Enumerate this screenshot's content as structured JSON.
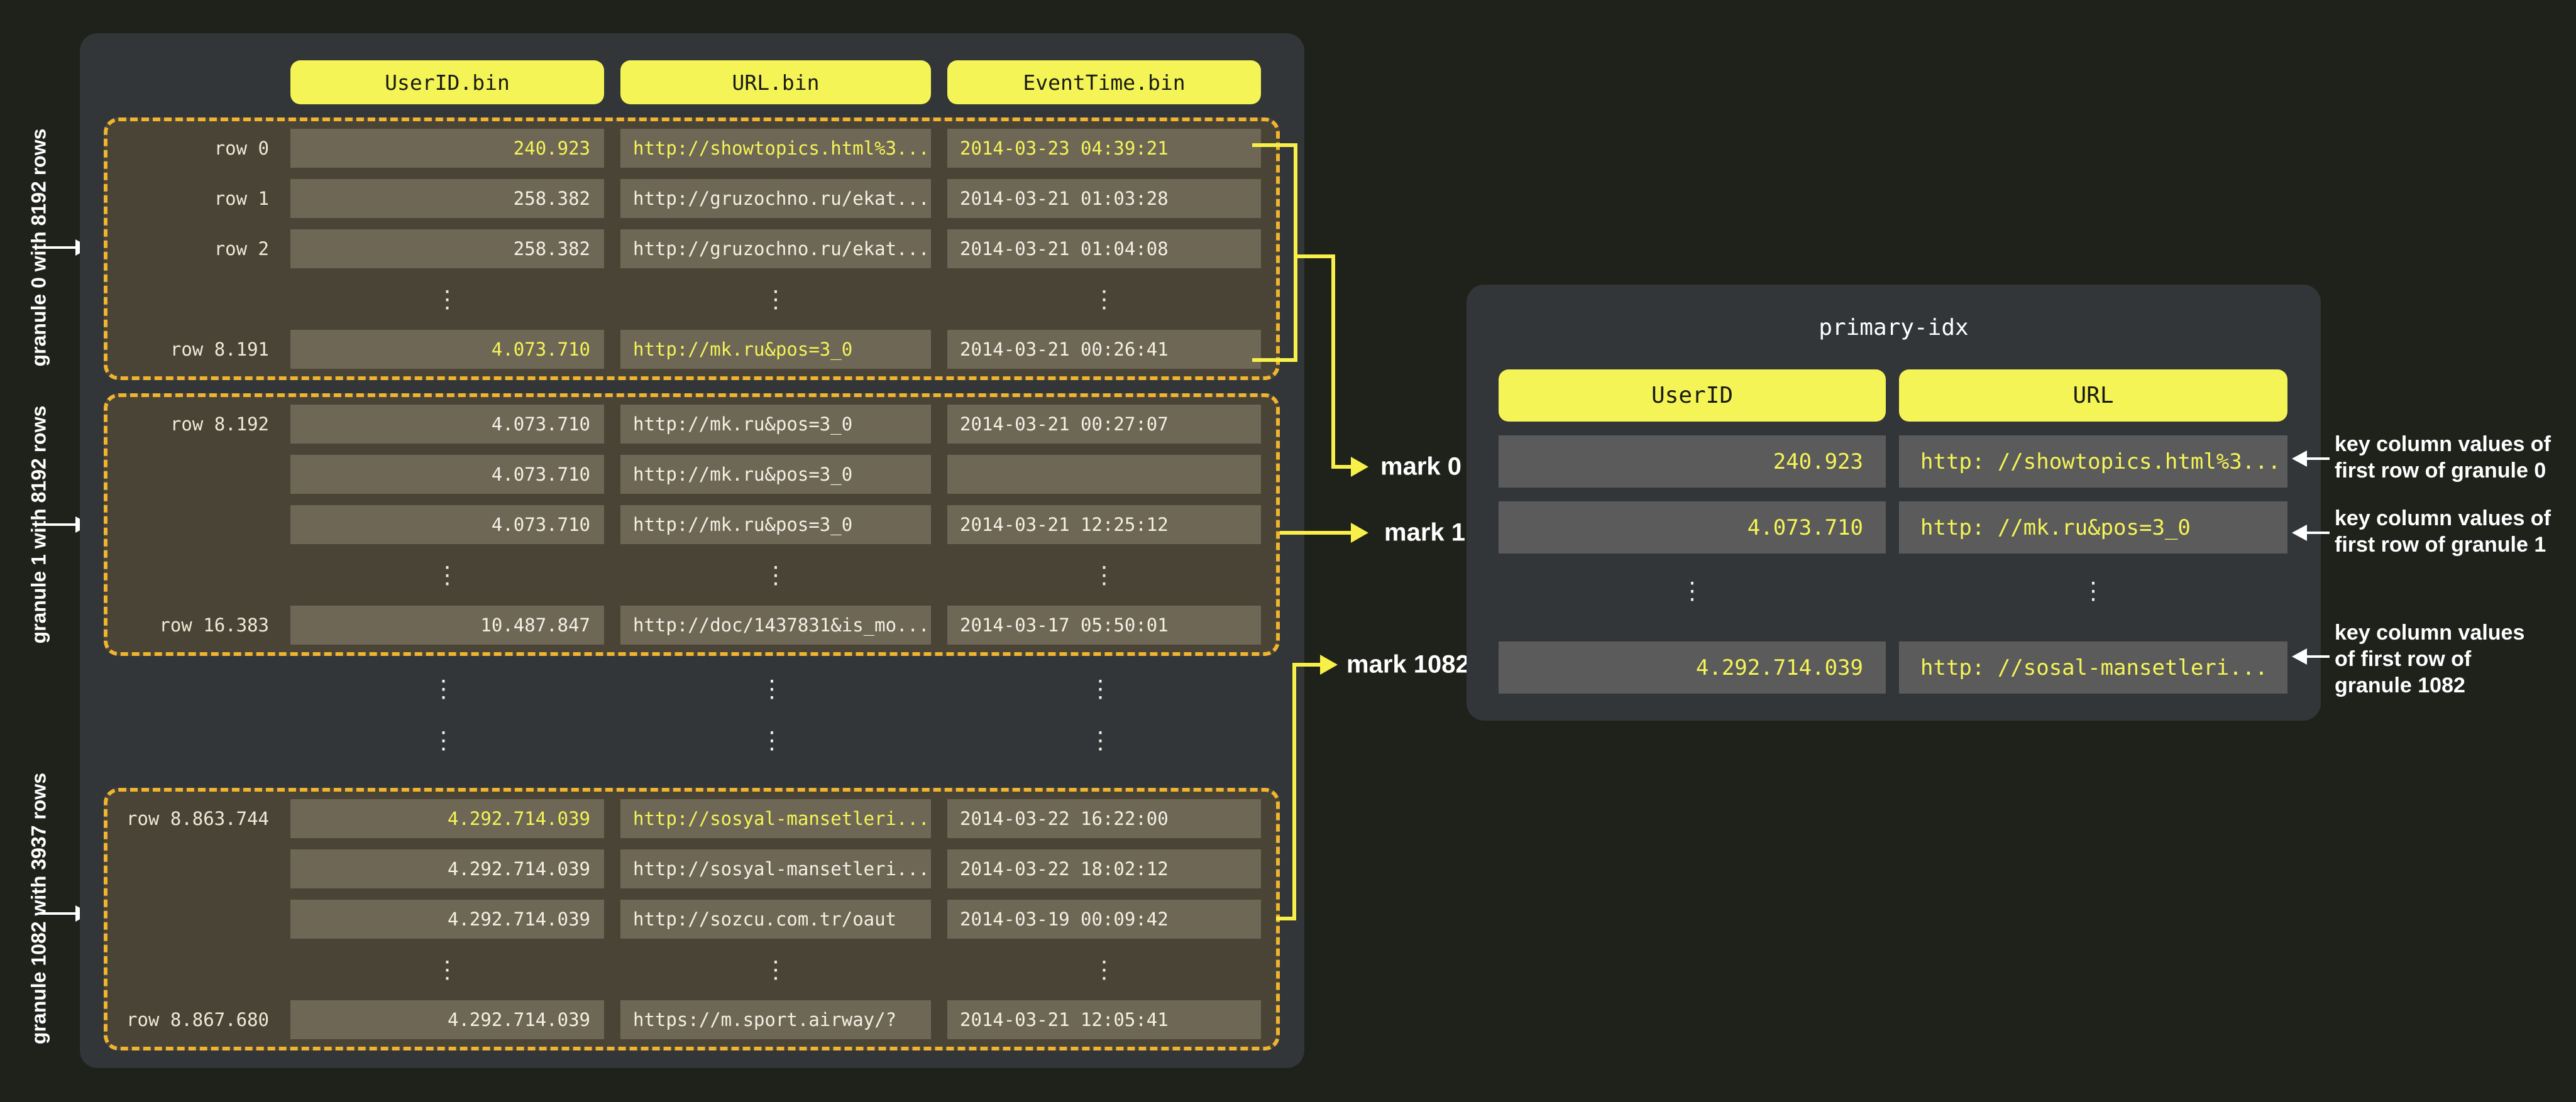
{
  "dots_char": "⋮",
  "file_table": {
    "columns": [
      "UserID.bin",
      "URL.bin",
      "EventTime.bin"
    ],
    "gap_dots_rows": 2,
    "granules": [
      {
        "label": "granule 0 with 8192 rows",
        "rows": [
          {
            "label": "row 0",
            "cells": [
              {
                "t": "240.923",
                "hl": true
              },
              {
                "t": "http://showtopics.html%3...",
                "hl": true
              },
              {
                "t": "2014-03-23 04:39:21",
                "hl": true
              }
            ]
          },
          {
            "label": "row 1",
            "cells": [
              {
                "t": "258.382"
              },
              {
                "t": "http://gruzochno.ru/ekat..."
              },
              {
                "t": "2014-03-21 01:03:28"
              }
            ]
          },
          {
            "label": "row 2",
            "cells": [
              {
                "t": "258.382"
              },
              {
                "t": "http://gruzochno.ru/ekat..."
              },
              {
                "t": "2014-03-21 01:04:08"
              }
            ]
          },
          {
            "dots": true
          },
          {
            "label": "row 8.191",
            "cells": [
              {
                "t": "4.073.710",
                "hl": true
              },
              {
                "t": "http://mk.ru&pos=3_0",
                "hl": true
              },
              {
                "t": "2014-03-21 00:26:41"
              }
            ]
          }
        ]
      },
      {
        "label": "granule 1 with 8192 rows",
        "rows": [
          {
            "label": "row 8.192",
            "cells": [
              {
                "t": "4.073.710"
              },
              {
                "t": "http://mk.ru&pos=3_0"
              },
              {
                "t": "2014-03-21 00:27:07"
              }
            ]
          },
          {
            "label": "",
            "cells": [
              {
                "t": "4.073.710"
              },
              {
                "t": "http://mk.ru&pos=3_0"
              },
              {
                "t": ""
              }
            ]
          },
          {
            "label": "",
            "cells": [
              {
                "t": "4.073.710"
              },
              {
                "t": "http://mk.ru&pos=3_0"
              },
              {
                "t": "2014-03-21 12:25:12"
              }
            ]
          },
          {
            "dots": true
          },
          {
            "label": "row 16.383",
            "cells": [
              {
                "t": "10.487.847"
              },
              {
                "t": "http://doc/1437831&is_mo..."
              },
              {
                "t": "2014-03-17 05:50:01"
              }
            ]
          }
        ]
      },
      {
        "label": "granule 1082 with 3937 rows",
        "rows": [
          {
            "label": "row 8.863.744",
            "cells": [
              {
                "t": "4.292.714.039",
                "hl": true
              },
              {
                "t": "http://sosyal-mansetleri...",
                "hl": true
              },
              {
                "t": "2014-03-22 16:22:00"
              }
            ]
          },
          {
            "label": "",
            "cells": [
              {
                "t": "4.292.714.039"
              },
              {
                "t": "http://sosyal-mansetleri..."
              },
              {
                "t": "2014-03-22 18:02:12"
              }
            ]
          },
          {
            "label": "",
            "cells": [
              {
                "t": "4.292.714.039"
              },
              {
                "t": "http://sozcu.com.tr/oaut"
              },
              {
                "t": "2014-03-19 00:09:42"
              }
            ]
          },
          {
            "dots": true
          },
          {
            "label": "row 8.867.680",
            "cells": [
              {
                "t": "4.292.714.039"
              },
              {
                "t": "https://m.sport.airway/?"
              },
              {
                "t": "2014-03-21 12:05:41"
              }
            ]
          }
        ]
      }
    ]
  },
  "marks": [
    "mark 0",
    "mark 1",
    "mark 1082"
  ],
  "index_panel": {
    "title": "primary-idx",
    "columns": [
      "UserID",
      "URL"
    ],
    "rows": [
      {
        "cells": [
          "240.923",
          "http: //showtopics.html%3..."
        ]
      },
      {
        "cells": [
          "4.073.710",
          "http: //mk.ru&pos=3_0"
        ]
      },
      {
        "dots": true
      },
      {
        "cells": [
          "4.292.714.039",
          "http: //sosal-mansetleri..."
        ]
      }
    ]
  },
  "annotations": [
    {
      "lines": [
        "key column values of",
        "first row of granule 0"
      ]
    },
    {
      "lines": [
        "key column values of",
        "first row of granule 1"
      ]
    },
    {
      "lines": [
        "key column values",
        "of first row of",
        "granule 1082"
      ]
    }
  ],
  "colors": {
    "background": "#1f211b",
    "panel": "#333639",
    "granule_fill": "#4a4437",
    "granule_cell": "#6e6756",
    "index_cell": "#5b5b5b",
    "accent_yellow": "#f5f457",
    "dashed_border": "#f0b42f",
    "connector_line": "#f8f048",
    "text_cream": "#efe9d6",
    "text_white": "#ffffff"
  }
}
